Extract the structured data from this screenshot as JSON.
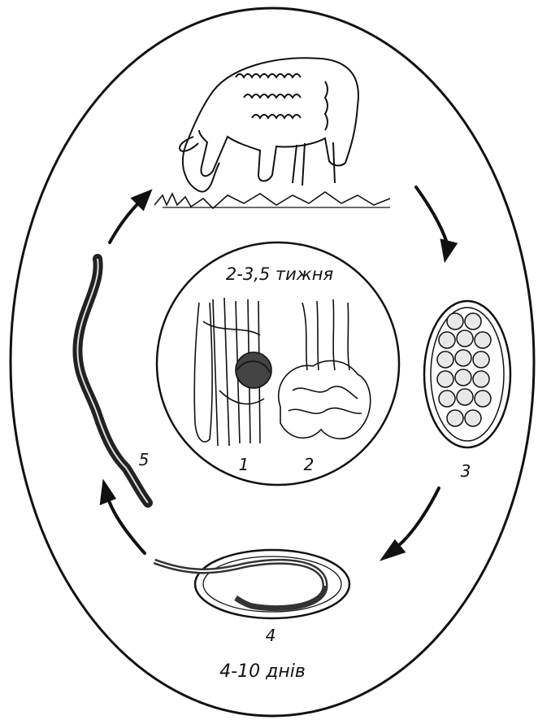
{
  "labels": {
    "center_duration": "2-3,5 тижня",
    "stage_1": "1",
    "stage_2": "2",
    "stage_3": "3",
    "stage_4": "4",
    "stage_5": "5",
    "bottom_duration": "4-10 днів"
  },
  "colors": {
    "ink": "#111111",
    "background": "#ffffff",
    "egg_cell": "#e8e8e8"
  }
}
